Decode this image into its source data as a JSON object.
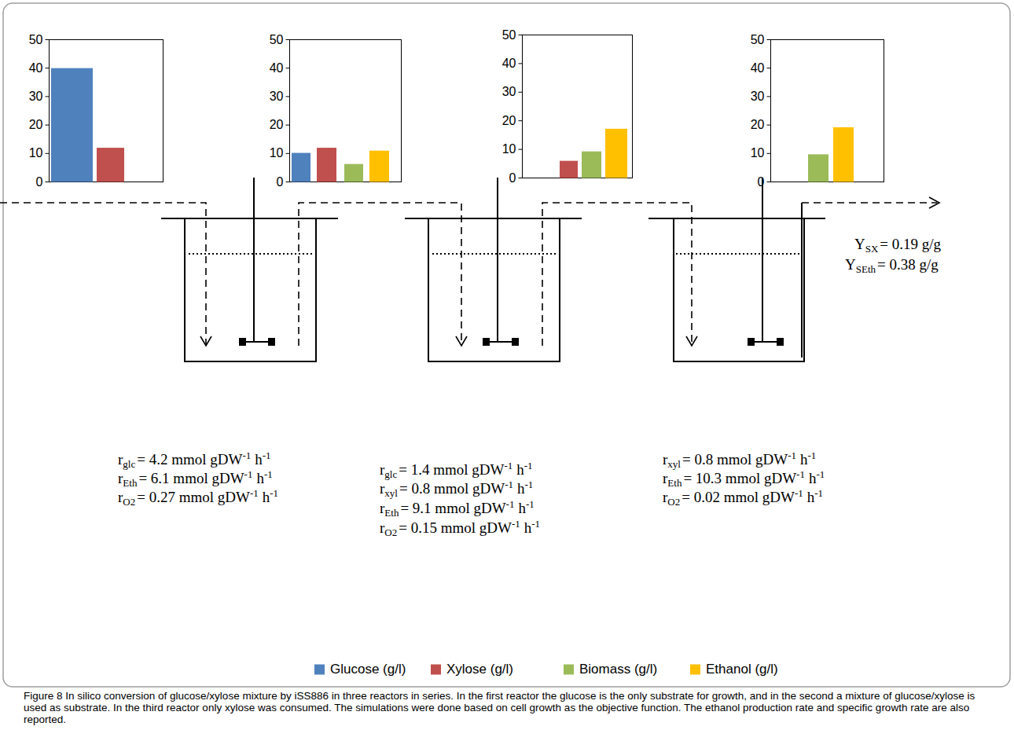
{
  "diagram": {
    "caption": "Figure 8 In silico conversion of glucose/xylose mixture by iSS886 in three reactors in series. In the first reactor the glucose is the only substrate for growth, and in the second a mixture of glucose/xylose is used as substrate. In the third reactor only xylose was consumed. The simulations were done based on cell growth as the objective function. The ethanol production rate and specific growth rate are also reported.",
    "labels": [
      "50",
      "40",
      "30",
      "20",
      "10",
      "0",
      "50",
      "40",
      "30",
      "20",
      "10",
      "0",
      "50",
      "40",
      "30",
      "20",
      "10",
      "0",
      "50",
      "40",
      "30",
      "20",
      "10",
      "0",
      "r",
      "glc",
      "= 4.2 mmol gDW",
      "-1",
      "h",
      "-1",
      "r",
      "Eth",
      "= 6.1 mmol gDW",
      "-1",
      "h",
      "-1",
      "r",
      "O2",
      "= 0.27 mmol gDW",
      "-1",
      "h",
      "-1",
      "r",
      "glc",
      "= 1.4 mmol gDW",
      "-1",
      "h",
      "-1",
      "r",
      "xyl",
      "= 0.8 mmol gDW",
      "-1",
      "h",
      "-1",
      "r",
      "Eth",
      "= 9.1 mmol gDW",
      "-1",
      "h",
      "-1",
      "r",
      "O2",
      "= 0.15 mmol gDW",
      "-1",
      "h",
      "-1",
      "r",
      "xyl",
      "= 0.8 mmol gDW",
      "-1",
      "h",
      "-1",
      "r",
      "Eth",
      "= 10.3 mmol gDW",
      "-1",
      "h",
      "-1",
      "r",
      "O2",
      "= 0.02 mmol gDW",
      "-1",
      "h",
      "-1",
      "Y",
      "SX",
      "= 0.19 g/g",
      "Y",
      "SEth",
      "= 0.38 g/g"
    ],
    "legend": [
      {
        "text": "Glucose (g/l)",
        "color": "#4f81bd"
      },
      {
        "text": "Xylose (g/l)",
        "color": "#c0504d"
      },
      {
        "text": "Biomass (g/l)",
        "color": "#9bbb59"
      },
      {
        "text": "Ethanol (g/l)",
        "color": "#ffc000"
      }
    ]
  }
}
